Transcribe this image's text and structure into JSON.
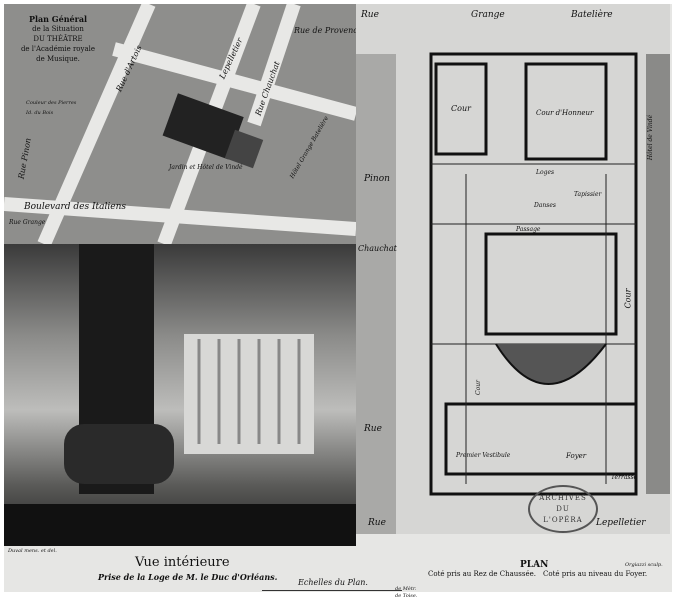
{
  "map_title": {
    "line1": "Plan Général",
    "line2": "de la Situation",
    "line3": "DU THÉÂTRE",
    "line4": "de l'Académie royale",
    "line5": "de Musique."
  },
  "map_legend": [
    "Couleur des Pierres",
    "Id. du Bois"
  ],
  "map_streets": [
    "Rue Grange",
    "Rue d'Artois",
    "Lepelletier",
    "Rue Chauchat",
    "Rue de Provence",
    "Boulevard des Italiens",
    "Hôtel Grange Batelière",
    "Jardin et Hôtel de Vindé",
    "Rue Pinon"
  ],
  "plan_labels": {
    "rue_top": "Rue",
    "grange": "Grange",
    "bateliere": "Batelière",
    "pinon": "Pinon",
    "rue_left": "Rue",
    "chauchat": "Chauchat",
    "rue_bottom": "Rue",
    "lepelletier": "Lepelletier",
    "cour_small": "Cour",
    "cour_honneur": "Cour d'Honneur",
    "cour_right": "Cour",
    "cour_left": "Cour",
    "passage": "Passage",
    "loges": "Loges",
    "danses": "Danses",
    "tapissier": "Tapissier",
    "premier_vestibule": "Premier Vestibule",
    "foyer": "Foyer",
    "terrasse": "Terrasse",
    "hotel_vinde": "Hôtel de Vindé"
  },
  "stamp": [
    "ARCHIVES",
    "DU",
    "L'OPÉRA"
  ],
  "captions": {
    "artist": "Duval mens. et del.",
    "engraver": "Orgiazzi sculp.",
    "vue_title": "Vue intérieure",
    "vue_subtitle": "Prise de la Loge de M. le Duc d'Orléans.",
    "scale_title": "Echelles du Plan.",
    "scale_units": [
      "de Mètr.",
      "de Toise."
    ],
    "plan_title": "PLAN",
    "plan_left": "Coté pris au Rez de Chaussée.",
    "plan_right": "Coté pris au niveau du Foyer."
  }
}
